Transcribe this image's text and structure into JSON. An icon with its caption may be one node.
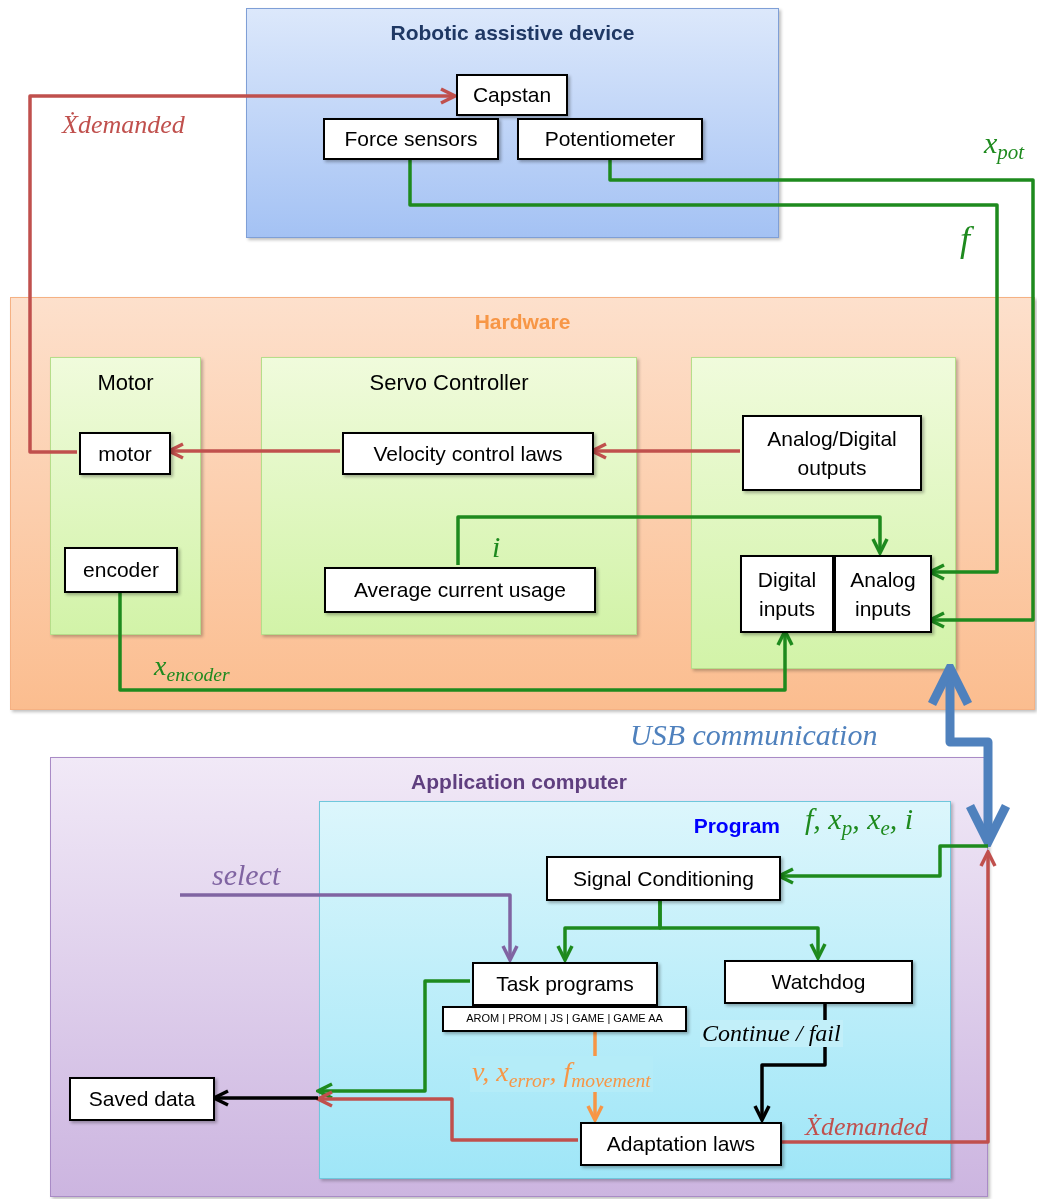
{
  "diagram": {
    "nodes": [
      {
        "text": [
          "Robotic assistive device"
        ]
      },
      {
        "text": [
          "Capstan"
        ],
        "in": 0
      },
      {
        "text": [
          "Force sensors"
        ],
        "in": 0
      },
      {
        "text": [
          "Potentiometer"
        ],
        "in": 0
      },
      {
        "text": [
          "Hardware"
        ]
      },
      {
        "text": [
          "Motor"
        ],
        "in": 4
      },
      {
        "text": [
          "motor"
        ],
        "in": 5
      },
      {
        "text": [
          "encoder"
        ],
        "in": 5
      },
      {
        "text": [
          "Servo Controller"
        ],
        "in": 4
      },
      {
        "text": [
          "Velocity control laws"
        ],
        "in": 8
      },
      {
        "text": [
          "Average current usage"
        ],
        "in": 8
      },
      {
        "text": [],
        "shape": "box",
        "in": 4
      },
      {
        "text": [
          "Analog/Digital outputs"
        ],
        "in": 11
      },
      {
        "text": [
          "Digital inputs"
        ],
        "in": 11
      },
      {
        "text": [
          "Analog inputs"
        ],
        "in": 11
      },
      {
        "text": [
          "Application computer"
        ]
      },
      {
        "text": [
          "Program"
        ],
        "in": 15
      },
      {
        "text": [
          "Signal Conditioning"
        ],
        "in": 16
      },
      {
        "text": [
          "Task programs"
        ],
        "in": 16
      },
      {
        "text": [
          "AROM | PROM | JS | GAME | GAME AA"
        ],
        "in": 16
      },
      {
        "text": [
          "Watchdog"
        ],
        "in": 16
      },
      {
        "text": [
          "Adaptation laws"
        ],
        "in": 16
      },
      {
        "text": [
          "Saved data"
        ],
        "in": 15
      }
    ],
    "edges": [
      {
        "from": 6,
        "to": 1,
        "arrow": "to",
        "label": "Ẋdemanded",
        "color": "#c0504d"
      },
      {
        "from": 2,
        "to": 14,
        "arrow": "to",
        "label": "f"
      },
      {
        "from": 3,
        "to": 14,
        "arrow": "to",
        "label": "x$_{pot}$"
      },
      {
        "from": 12,
        "to": 9,
        "arrow": "to",
        "color": "#c0504d"
      },
      {
        "from": 9,
        "to": 6,
        "arrow": "to",
        "color": "#c0504d"
      },
      {
        "from": 10,
        "to": 14,
        "arrow": "to",
        "label": "i"
      },
      {
        "from": 7,
        "to": 13,
        "arrow": "to",
        "label": "x$_{encoder}$"
      },
      {
        "from": 11,
        "to": 15,
        "arrow": "both",
        "label": "USB communication",
        "style": "thick",
        "color": "#4f81bd"
      },
      {
        "from": null,
        "to": 17,
        "arrow": "to",
        "label": "f, x$_{p}$, x$_{e}$, i"
      },
      {
        "from": 17,
        "to": 18,
        "arrow": "to"
      },
      {
        "from": 17,
        "to": 20,
        "arrow": "to"
      },
      {
        "from": null,
        "to": 18,
        "arrow": "to",
        "label": "select",
        "color": "#8064a2"
      },
      {
        "from": 18,
        "to": 16,
        "arrow": "to"
      },
      {
        "from": 21,
        "to": 16,
        "arrow": "to",
        "color": "#c0504d"
      },
      {
        "from": 16,
        "to": 22,
        "arrow": "to",
        "color": "#000000"
      },
      {
        "from": 19,
        "to": 21,
        "arrow": "to",
        "label": "v, x$_{error}$, f$_{movement}$",
        "color": "#f79646"
      },
      {
        "from": 20,
        "to": 21,
        "arrow": "to",
        "label": "Continue / fail",
        "color": "#000000"
      },
      {
        "from": 21,
        "to": null,
        "arrow": "to",
        "label": "Ẋdemanded",
        "color": "#c0504d"
      }
    ]
  }
}
